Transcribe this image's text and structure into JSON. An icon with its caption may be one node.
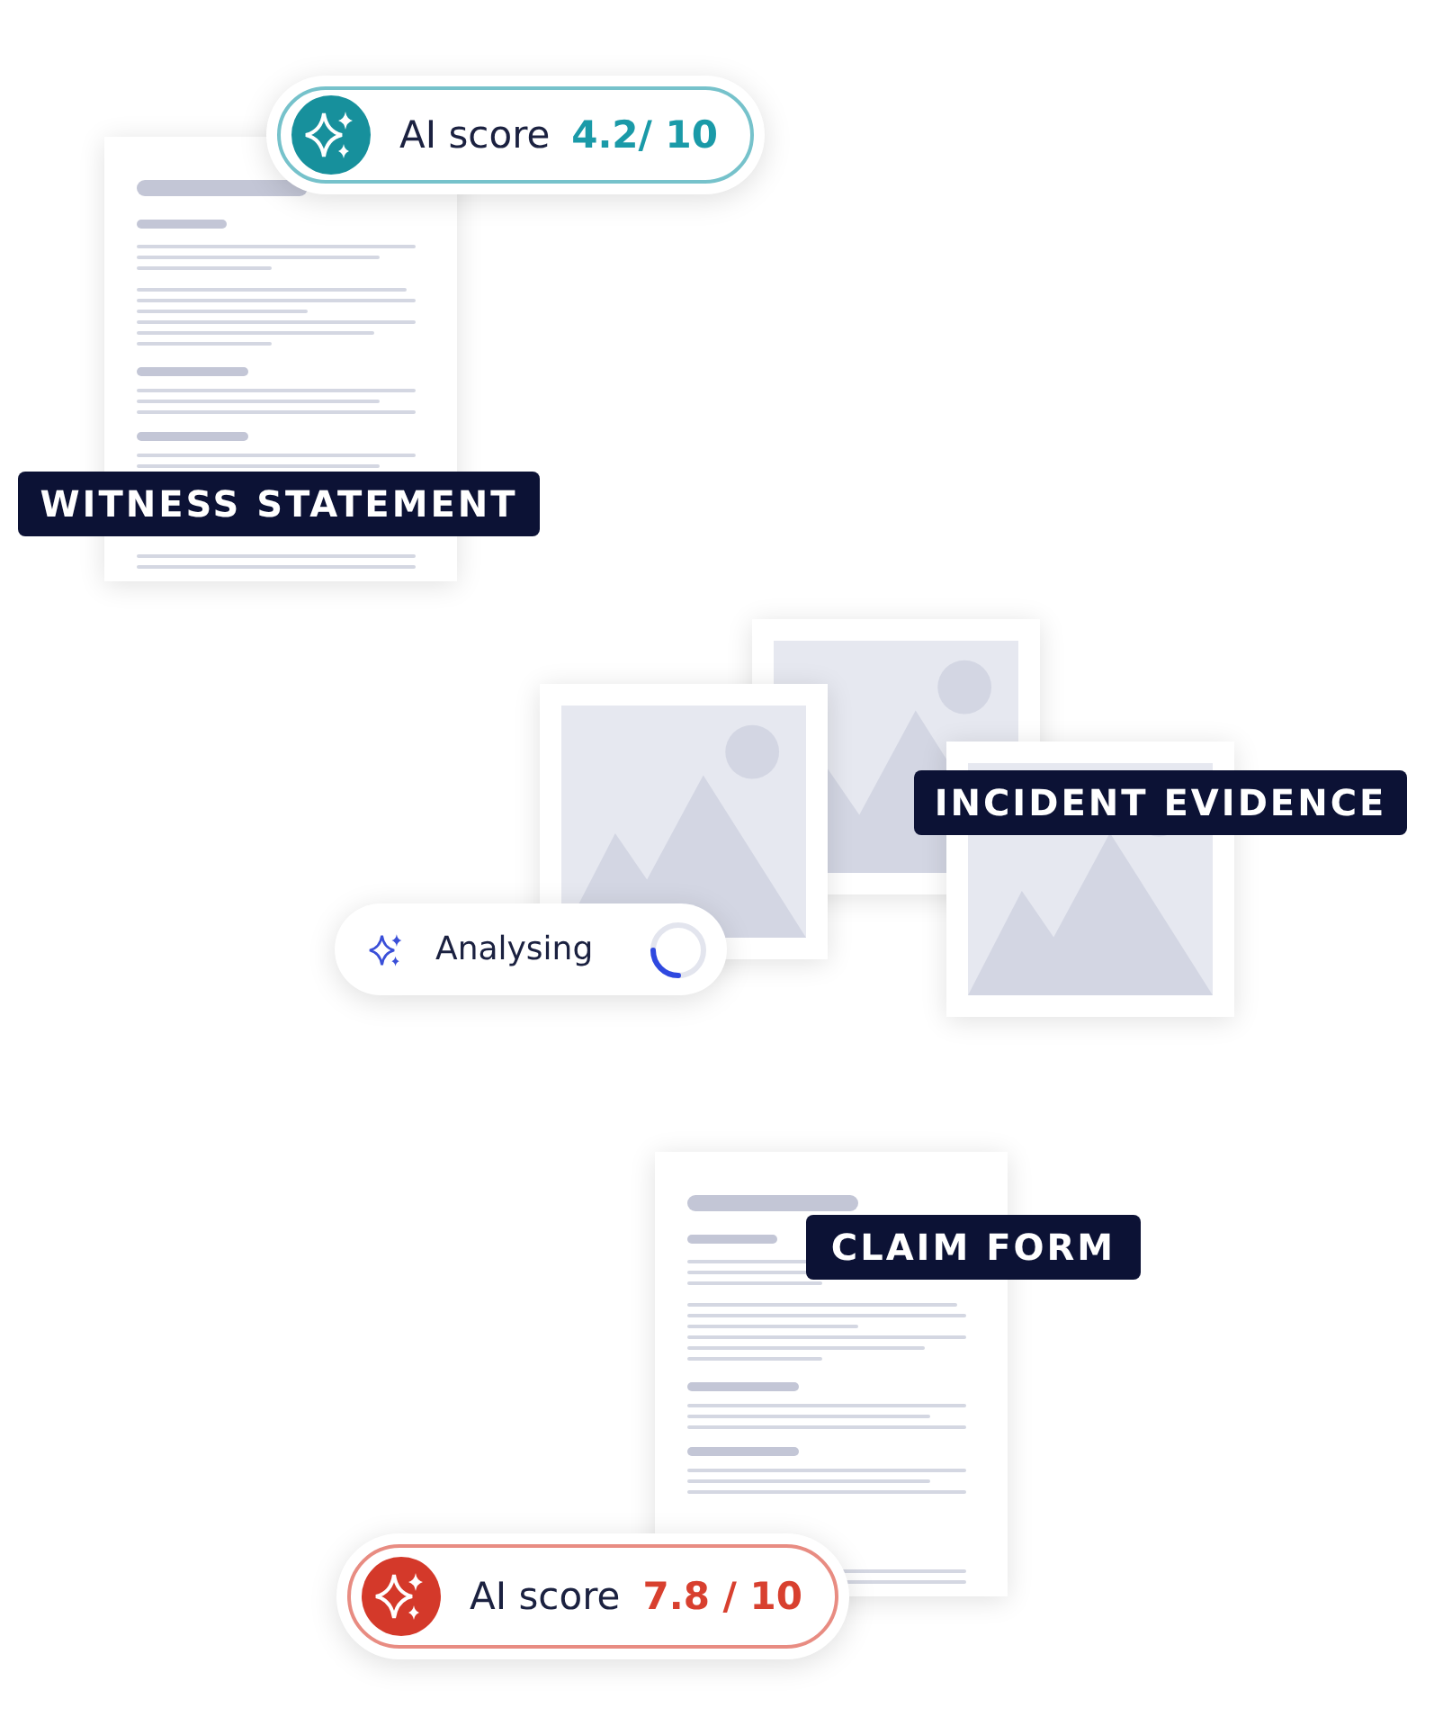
{
  "diagram": {
    "nodes": [
      {
        "text": [
          "AI score",
          "4.2/ 10"
        ]
      },
      {
        "text": [
          "WITNESS STATEMENT"
        ]
      },
      {
        "text": [
          "INCIDENT EVIDENCE"
        ]
      },
      {
        "text": [
          "Analysing"
        ]
      },
      {
        "text": [
          "CLAIM FORM"
        ]
      },
      {
        "text": [
          "AI score",
          "7.8 / 10"
        ]
      }
    ]
  }
}
